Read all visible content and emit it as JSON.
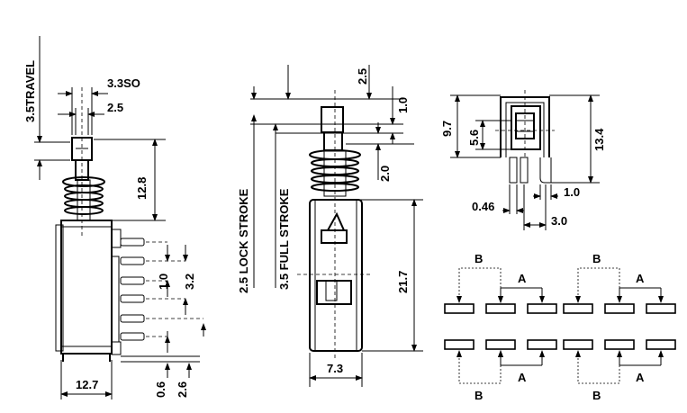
{
  "dims": {
    "travel": "3.5TRAVEL",
    "so": "3.3SO",
    "top_w": "2.5",
    "body_h": "12.8",
    "pin_pitch_small": "1.0",
    "pin_pitch": "3.2",
    "width": "12.7",
    "bottom_a": "0.6",
    "bottom_b": "2.6",
    "mid_top": "2.5",
    "mid_top2": "1.0",
    "mid_20": "2.0",
    "lock_stroke": "2.5 LOCK STROKE",
    "full_stroke": "3.5 FULL STROKE",
    "body_height": "21.7",
    "body_width": "7.3",
    "r_97": "9.7",
    "r_56": "5.6",
    "r_134": "13.4",
    "r_10": "1.0",
    "r_046": "0.46",
    "r_30": "3.0"
  },
  "pad_labels": {
    "top_b": "B",
    "top_a1": "A",
    "top_b2": "B",
    "top_a2": "A",
    "bot_b": "B",
    "bot_a1": "A",
    "bot_b2": "B",
    "bot_a2": "A"
  }
}
